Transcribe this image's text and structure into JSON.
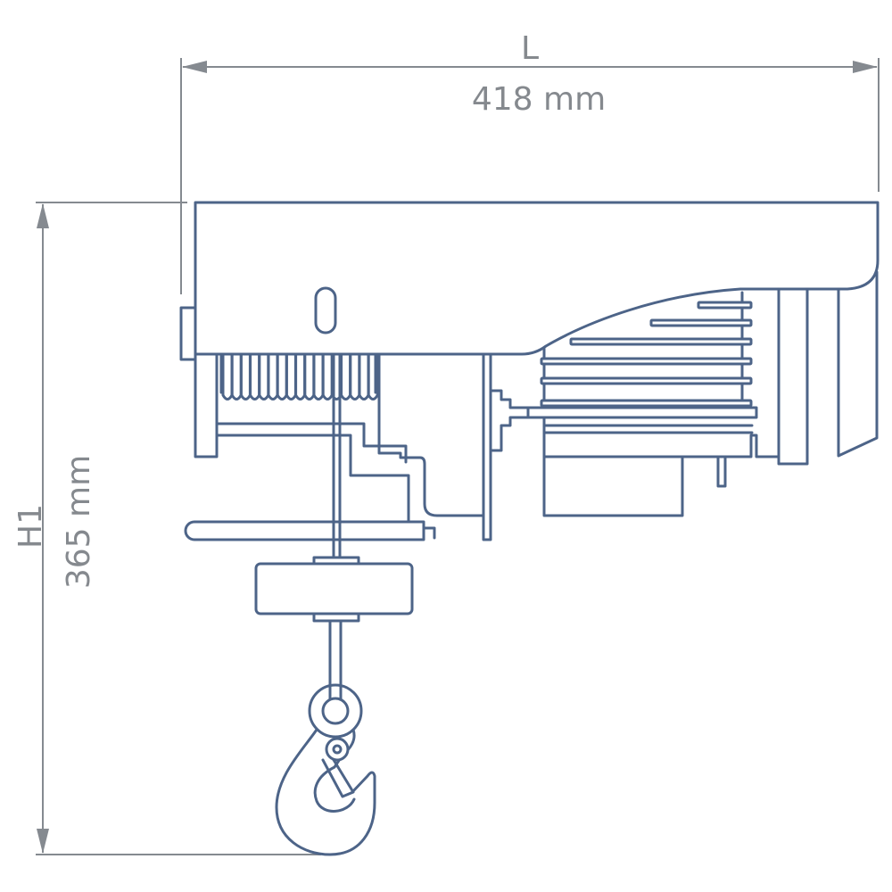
{
  "dimensions": {
    "length": {
      "symbol": "L",
      "value": "418 mm"
    },
    "height": {
      "symbol": "H1",
      "value": "365 mm"
    }
  },
  "colors": {
    "line": "#4d6488",
    "dimension": "#858a90"
  }
}
